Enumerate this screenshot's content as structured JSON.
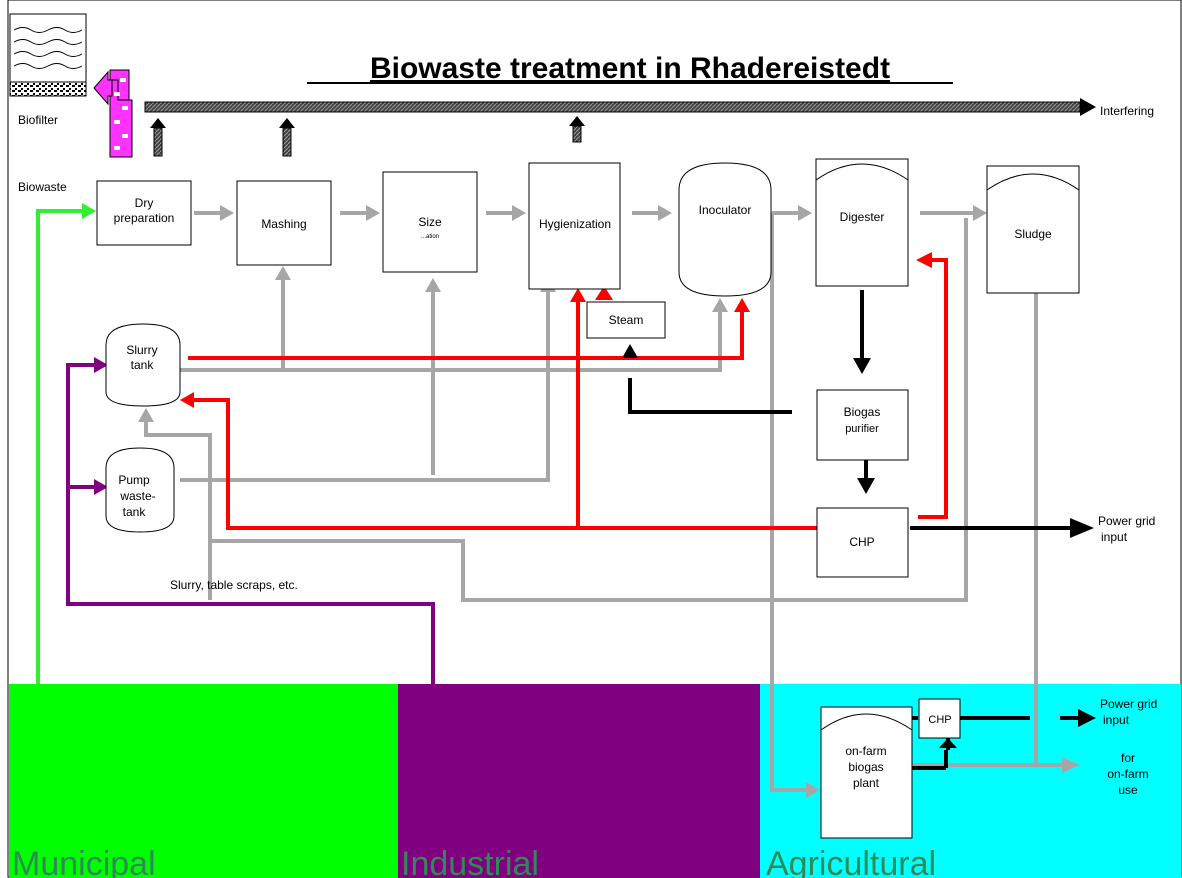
{
  "title": "Biowaste treatment in Rhadereistedt",
  "labels": {
    "biofilter": "Biofilter",
    "interfering": "Interfering",
    "biowaste": "Biowaste",
    "slurry_caption": "Slurry, table scraps, etc.",
    "power_grid_1": "Power grid",
    "power_grid_2": "input",
    "power_grid_farm_1": "Power grid",
    "power_grid_farm_2": "input",
    "for_farm_1": "for",
    "for_farm_2": "on-farm",
    "for_farm_3": "use"
  },
  "boxes": {
    "dry_prep_1": "Dry",
    "dry_prep_2": "preparation",
    "mashing": "Mashing",
    "size_1": "Size",
    "size_2": "...ation",
    "hygienization": "Hygienization",
    "inoculator": "Inoculator",
    "digester": "Digester",
    "sludge": "Sludge",
    "steam": "Steam",
    "slurry_tank_1": "Slurry",
    "slurry_tank_2": "tank",
    "pump_1": "Pump",
    "pump_2": "waste-",
    "pump_3": "tank",
    "biogas_1": "Biogas",
    "biogas_2": "purifier",
    "chp": "CHP",
    "farm_chp": "CHP",
    "farm_plant_1": "on-farm",
    "farm_plant_2": "biogas",
    "farm_plant_3": "plant"
  },
  "sectors": {
    "municipal": "Municipal",
    "industrial": "Industrial",
    "agricultural": "Agricultural"
  },
  "colors": {
    "municipal": "#00ff00",
    "industrial": "#800080",
    "agricultural": "#00ffff",
    "sector_text": "#2e8b57",
    "heat": "#ff0000",
    "gas": "#000000",
    "material": "#a6a6a6",
    "biowaste": "#33ee33",
    "purple_flow": "#800080",
    "biofilter_arrow": "#ff33ff"
  }
}
